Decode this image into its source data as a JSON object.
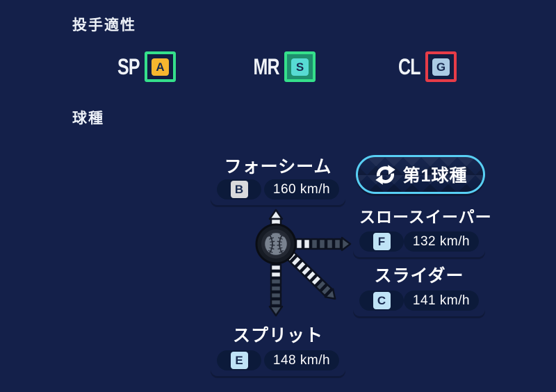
{
  "colors": {
    "background": "#14204a",
    "card_gradient_top": "#2d6271",
    "card_gradient_bottom": "#142b4e",
    "pill_bg": "#0c1a3a",
    "button_border": "#58cff4",
    "aptitude_green_border": "#35df8b",
    "aptitude_red_border": "#e63c48",
    "grade_a_bg": "#f6b62f",
    "grade_s_bg": "#57dbd3",
    "grade_g_bg": "#abcbe4",
    "grade_b_bg": "#d9dadb",
    "grade_blue_bg": "#bfe3f6"
  },
  "aptitude": {
    "title": "投手適性",
    "items": [
      {
        "role": "SP",
        "grade": "A"
      },
      {
        "role": "MR",
        "grade": "S"
      },
      {
        "role": "CL",
        "grade": "G"
      }
    ]
  },
  "pitches": {
    "title": "球種",
    "selector": {
      "label": "第1球種",
      "icon": "swap-arrows-icon"
    },
    "diagram_icon": "baseball-with-movement-arrows",
    "items": [
      {
        "name": "フォーシーム",
        "grade": "B",
        "speed": "160 km/h"
      },
      {
        "name": "スロースイーパー",
        "grade": "F",
        "speed": "132 km/h"
      },
      {
        "name": "スライダー",
        "grade": "C",
        "speed": "141 km/h"
      },
      {
        "name": "スプリット",
        "grade": "E",
        "speed": "148 km/h"
      }
    ]
  }
}
